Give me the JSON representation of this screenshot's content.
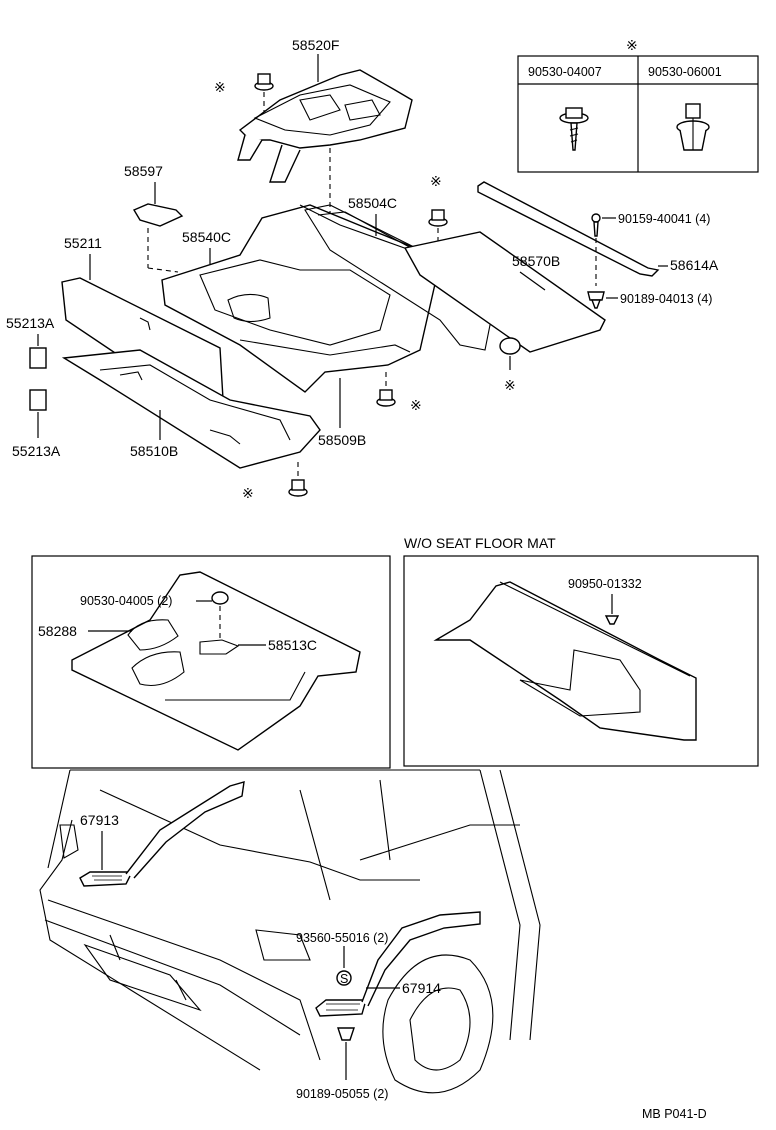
{
  "labels": {
    "p58520F": "58520F",
    "p58597": "58597",
    "p58504C": "58504C",
    "p55211": "55211",
    "p58540C": "58540C",
    "p58570B": "58570B",
    "p58614A": "58614A",
    "p90159": "90159-40041 (4)",
    "p90189a": "90189-04013 (4)",
    "p55213A_top": "55213A",
    "p55213A_bot": "55213A",
    "p58510B": "58510B",
    "p58509B": "58509B",
    "p90530_04007": "90530-04007",
    "p90530_06001": "90530-06001",
    "p90530_04005": "90530-04005 (2)",
    "p58288": "58288",
    "p58513C": "58513C",
    "wo_title": "W/O SEAT  FLOOR  MAT",
    "p90950": "90950-01332",
    "p67913": "67913",
    "p93560": "93560-55016 (2)",
    "p67914": "67914",
    "p90189b": "90189-05055 (2)",
    "footer": "MB   P041-D",
    "s_symbol": "S"
  },
  "icons": [
    "asterisk-mark-icon",
    "clip-fastener-icon",
    "screw-icon"
  ]
}
